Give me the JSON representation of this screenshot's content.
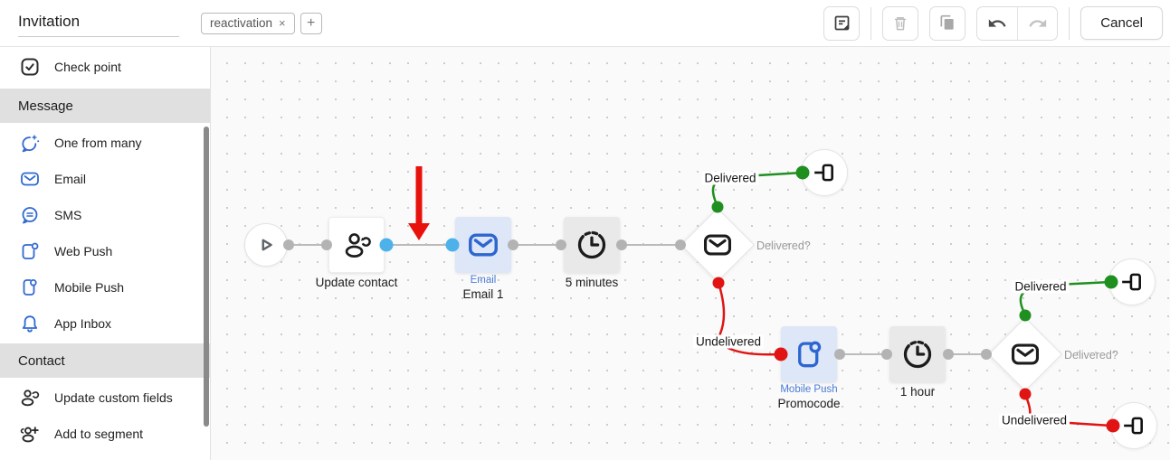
{
  "header": {
    "title": "Invitation",
    "tag": {
      "label": "reactivation",
      "remove_glyph": "×"
    },
    "add_tag_glyph": "+",
    "toolbar": {
      "buttons": [
        {
          "icon": "note-icon",
          "enabled": true
        },
        {
          "icon": "trash-icon",
          "enabled": false
        },
        {
          "icon": "copy-icon",
          "enabled": false
        },
        {
          "icon": "undo-icon",
          "enabled": true
        },
        {
          "icon": "redo-icon",
          "enabled": false
        }
      ],
      "cancel_label": "Cancel"
    }
  },
  "sidebar": {
    "sections": [
      {
        "header": "",
        "items": [
          {
            "icon": "check-point-icon",
            "label": "Check point"
          }
        ]
      },
      {
        "header": "Message",
        "items": [
          {
            "icon": "one-from-many-icon",
            "label": "One from many"
          },
          {
            "icon": "email-icon",
            "label": "Email"
          },
          {
            "icon": "sms-icon",
            "label": "SMS"
          },
          {
            "icon": "web-push-icon",
            "label": "Web Push"
          },
          {
            "icon": "mobile-push-icon",
            "label": "Mobile Push"
          },
          {
            "icon": "app-inbox-icon",
            "label": "App Inbox"
          }
        ]
      },
      {
        "header": "Contact",
        "items": [
          {
            "icon": "update-custom-fields-icon",
            "label": "Update custom fields"
          },
          {
            "icon": "add-to-segment-icon",
            "label": "Add to segment"
          }
        ]
      }
    ]
  },
  "canvas": {
    "nodes": {
      "start": {
        "icon": "play-icon"
      },
      "update_contact": {
        "icon": "contact-refresh-icon",
        "label": "Update contact"
      },
      "email": {
        "icon": "envelope-icon",
        "type_label": "Email",
        "label": "Email 1"
      },
      "wait1": {
        "icon": "clock-icon",
        "label": "5 minutes"
      },
      "check1": {
        "icon": "envelope-icon",
        "question": "Delivered?",
        "branches": {
          "yes": "Delivered",
          "no": "Undelivered"
        }
      },
      "mobile_push": {
        "icon": "mobile-push-icon",
        "type_label": "Mobile Push",
        "label": "Promocode"
      },
      "wait2": {
        "icon": "clock-icon",
        "label": "1 hour"
      },
      "check2": {
        "icon": "envelope-icon",
        "question": "Delivered?",
        "branches": {
          "yes": "Delivered",
          "no": "Undelivered"
        }
      },
      "end1": {
        "icon": "exit-icon"
      },
      "end2": {
        "icon": "exit-icon"
      },
      "end3": {
        "icon": "exit-icon"
      }
    },
    "colors": {
      "accent_blue": "#2e66d0",
      "message_node_bg": "#dde7f8",
      "delivered_green": "#1f8f1f",
      "undelivered_red": "#e11414",
      "selected_connector_blue": "#4db2e9",
      "annotation_arrow_red": "#e8120c"
    }
  }
}
